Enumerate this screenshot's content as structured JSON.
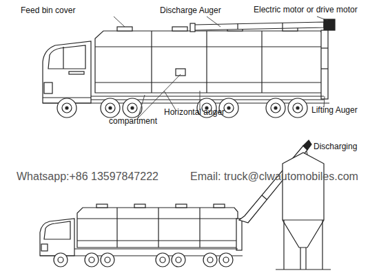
{
  "diagram": {
    "labels": [
      "Feed bin cover",
      "Discharge Auger",
      "Electric motor or drive motor",
      "compartment",
      "Horizontal auger",
      "Lifting Auger",
      "Discharging",
      "Whatsapp:+86 13597847222",
      "Email: truck@clwautomobiles.com"
    ]
  }
}
